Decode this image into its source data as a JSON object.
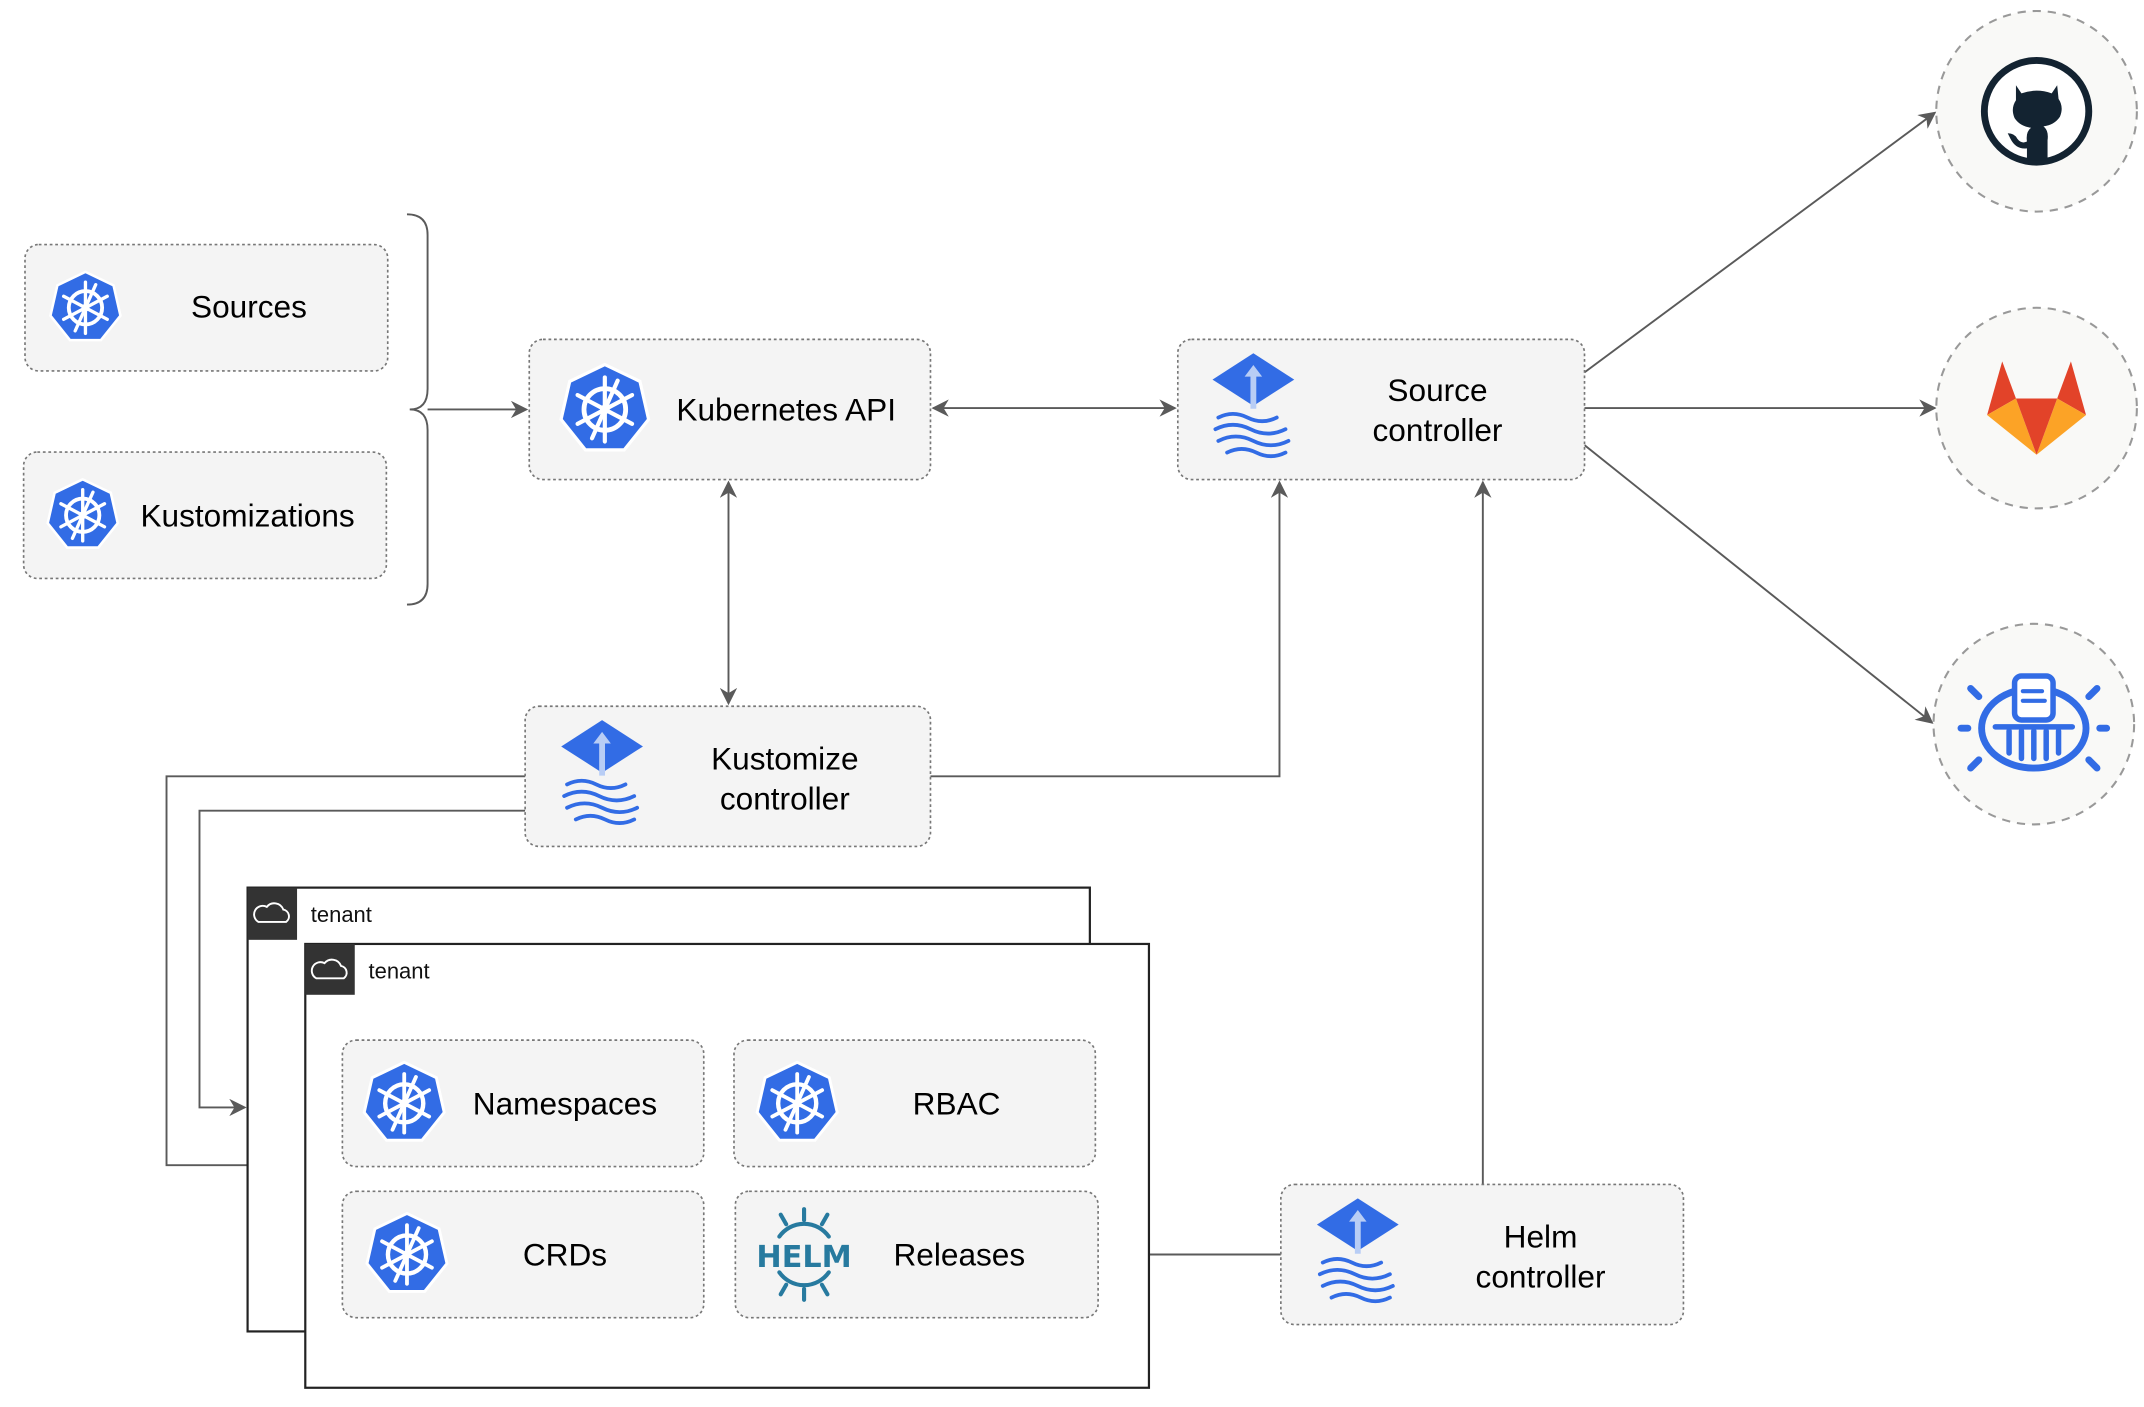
{
  "diagram": {
    "resources": {
      "sources": "Sources",
      "kustomizations": "Kustomizations"
    },
    "kubernetes_api": "Kubernetes API",
    "source_controller": {
      "line1": "Source",
      "line2": "controller"
    },
    "kustomize_controller": {
      "line1": "Kustomize",
      "line2": "controller"
    },
    "helm_controller": {
      "line1": "Helm",
      "line2": "controller"
    },
    "tenants": [
      {
        "label": "tenant"
      },
      {
        "label": "tenant",
        "items": [
          "Namespaces",
          "RBAC",
          "CRDs",
          "Releases"
        ]
      }
    ],
    "helm_logo_text": "HELM",
    "external_sources": [
      "github-icon",
      "gitlab-icon",
      "bucket-icon"
    ],
    "colors": {
      "kubernetes_blue": "#326CE5",
      "helm_blue": "#277A9F",
      "gitlab_orange": "#E24329",
      "github_dark": "#132331",
      "tenant_header": "#333333"
    }
  }
}
